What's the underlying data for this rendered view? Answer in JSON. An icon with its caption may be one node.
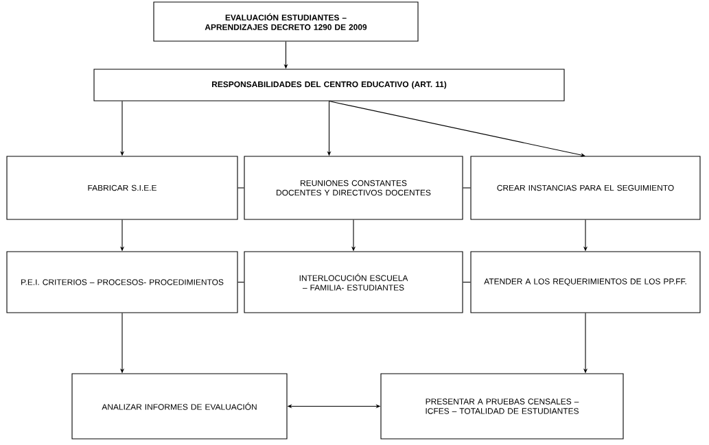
{
  "diagram": {
    "nodes": [
      {
        "text": [
          "EVALUACIÓN ESTUDIANTES – APRENDIZAJES DECRETO 1290 DE 2009"
        ]
      },
      {
        "text": [
          "RESPONSABILIDADES DEL CENTRO EDUCATIVO (ART. 11)"
        ]
      },
      {
        "text": [
          "FABRICAR S.I.E.E"
        ]
      },
      {
        "text": [
          "REUNIONES CONSTANTES DOCENTES Y DIRECTIVOS DOCENTES"
        ]
      },
      {
        "text": [
          "CREAR INSTANCIAS PARA EL SEGUIMIENTO"
        ]
      },
      {
        "text": [
          "P.E.I. CRITERIOS – PROCESOS- PROCEDIMIENTOS"
        ]
      },
      {
        "text": [
          "INTERLOCUCIÓN ESCUELA – FAMILIA- ESTUDIANTES"
        ]
      },
      {
        "text": [
          "ATENDER A LOS REQUERIMIENTOS DE LOS PP.FF."
        ]
      },
      {
        "text": [
          "ANALIZAR INFORMES DE EVALUACIÓN"
        ]
      },
      {
        "text": [
          "PRESENTAR A PRUEBAS CENSALES – ICFES – TOTALIDAD DE ESTUDIANTES"
        ]
      }
    ],
    "edges": [
      {
        "from": 0,
        "to": 1,
        "arrow": "to"
      },
      {
        "from": 1,
        "to": 2,
        "arrow": "to"
      },
      {
        "from": 1,
        "to": 3,
        "arrow": "to"
      },
      {
        "from": 1,
        "to": 4,
        "arrow": "to"
      },
      {
        "from": 2,
        "to": 3,
        "arrow": "none"
      },
      {
        "from": 3,
        "to": 4,
        "arrow": "none"
      },
      {
        "from": 2,
        "to": 5,
        "arrow": "to"
      },
      {
        "from": 3,
        "to": 6,
        "arrow": "to"
      },
      {
        "from": 4,
        "to": 7,
        "arrow": "to"
      },
      {
        "from": 5,
        "to": 6,
        "arrow": "none"
      },
      {
        "from": 6,
        "to": 7,
        "arrow": "none"
      },
      {
        "from": 5,
        "to": 8,
        "arrow": "to"
      },
      {
        "from": 7,
        "to": 9,
        "arrow": "to"
      },
      {
        "from": 8,
        "to": 9,
        "arrow": "both"
      }
    ]
  }
}
